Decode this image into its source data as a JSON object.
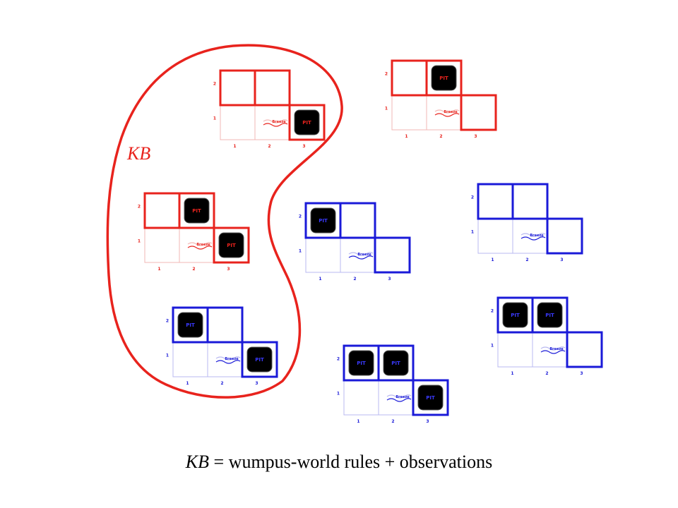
{
  "colors": {
    "kb": "#e8231d",
    "model": "#1a1ad8",
    "pit_fill": "#000000",
    "pit_text_kb": "#e8231d",
    "pit_text_model": "#3a3aff",
    "light_kb": "#f2b7b4",
    "light_model": "#b8b8f0"
  },
  "kb_label": "KB",
  "caption": {
    "kb": "KB",
    "rest": " = wumpus-world rules + observations"
  },
  "pit_label": "PIT",
  "breeze_label": "Breeze",
  "axis_labels": {
    "col": [
      "1",
      "2",
      "3"
    ],
    "row": [
      "1",
      "2"
    ]
  },
  "models": [
    {
      "id": "model-1",
      "in_kb": true,
      "pits": [
        "3,1"
      ]
    },
    {
      "id": "model-2",
      "in_kb": true,
      "pits": [
        "2,2"
      ]
    },
    {
      "id": "model-3",
      "in_kb": true,
      "pits": [
        "2,2",
        "3,1"
      ]
    },
    {
      "id": "model-4",
      "in_kb": false,
      "pits": [
        "1,2"
      ]
    },
    {
      "id": "model-5",
      "in_kb": false,
      "pits": []
    },
    {
      "id": "model-6",
      "in_kb": false,
      "pits": [
        "1,2",
        "3,1"
      ]
    },
    {
      "id": "model-7",
      "in_kb": false,
      "pits": [
        "1,2",
        "2,2"
      ]
    },
    {
      "id": "model-8",
      "in_kb": false,
      "pits": [
        "1,2",
        "2,2",
        "3,1"
      ]
    }
  ]
}
